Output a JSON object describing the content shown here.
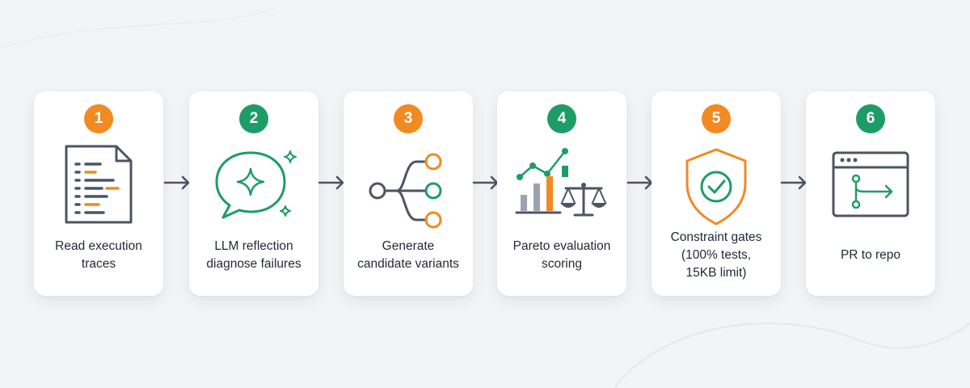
{
  "colors": {
    "orange": "#f28a22",
    "green": "#1e9c68",
    "stroke": "#4b5563",
    "gray": "#9ca3af"
  },
  "steps": [
    {
      "number": "1",
      "label": "Read execution\ntraces",
      "badge_color": "orange",
      "icon": "document-trace-icon"
    },
    {
      "number": "2",
      "label": "LLM reflection\ndiagnose failures",
      "badge_color": "green",
      "icon": "sparkle-chat-icon"
    },
    {
      "number": "3",
      "label": "Generate\ncandidate variants",
      "badge_color": "orange",
      "icon": "branching-variants-icon"
    },
    {
      "number": "4",
      "label": "Pareto evaluation\nscoring",
      "badge_color": "green",
      "icon": "chart-scale-icon"
    },
    {
      "number": "5",
      "label": "Constraint gates\n(100% tests,\n15KB limit)",
      "badge_color": "orange",
      "icon": "shield-check-icon"
    },
    {
      "number": "6",
      "label": "PR to repo",
      "badge_color": "green",
      "icon": "merge-window-icon"
    }
  ]
}
